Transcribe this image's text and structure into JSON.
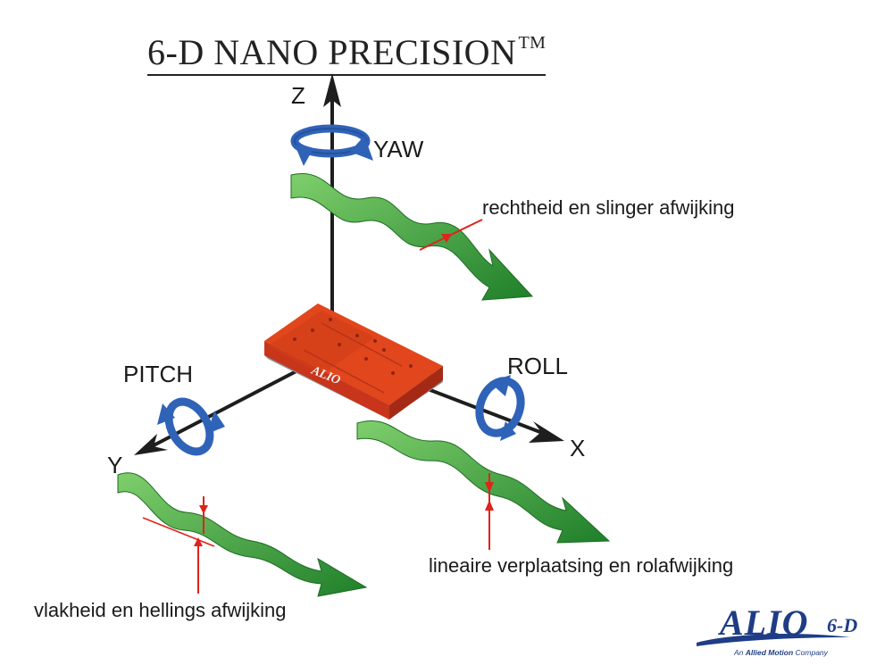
{
  "title": {
    "text": "6-D NANO PRECISION",
    "mark": "TM"
  },
  "axes": {
    "z": "Z",
    "y": "Y",
    "x": "X"
  },
  "rotations": {
    "yaw": "YAW",
    "pitch": "PITCH",
    "roll": "ROLL"
  },
  "annotations": {
    "straightness": "rechtheid en slinger afwijking",
    "flatness": "vlakheid en hellings afwijking",
    "linear": "lineaire verplaatsing en rolafwijking"
  },
  "stage": {
    "brand": "ALIO"
  },
  "logo": {
    "name": "ALIO",
    "suffix": "6-D",
    "tagline_prefix": "An",
    "tagline_brand": "Allied Motion",
    "tagline_suffix": "Company"
  },
  "colors": {
    "axis": "#1e1e1e",
    "rotation_arrow": "#2f63b8",
    "error_ribbon": "#3da43a",
    "marker": "#e0231c",
    "stage": "#e2461d",
    "logo": "#1f3d86"
  },
  "icons": [
    "rotation-arrow-icon",
    "wave-arrow-icon",
    "axis-arrow-icon"
  ]
}
